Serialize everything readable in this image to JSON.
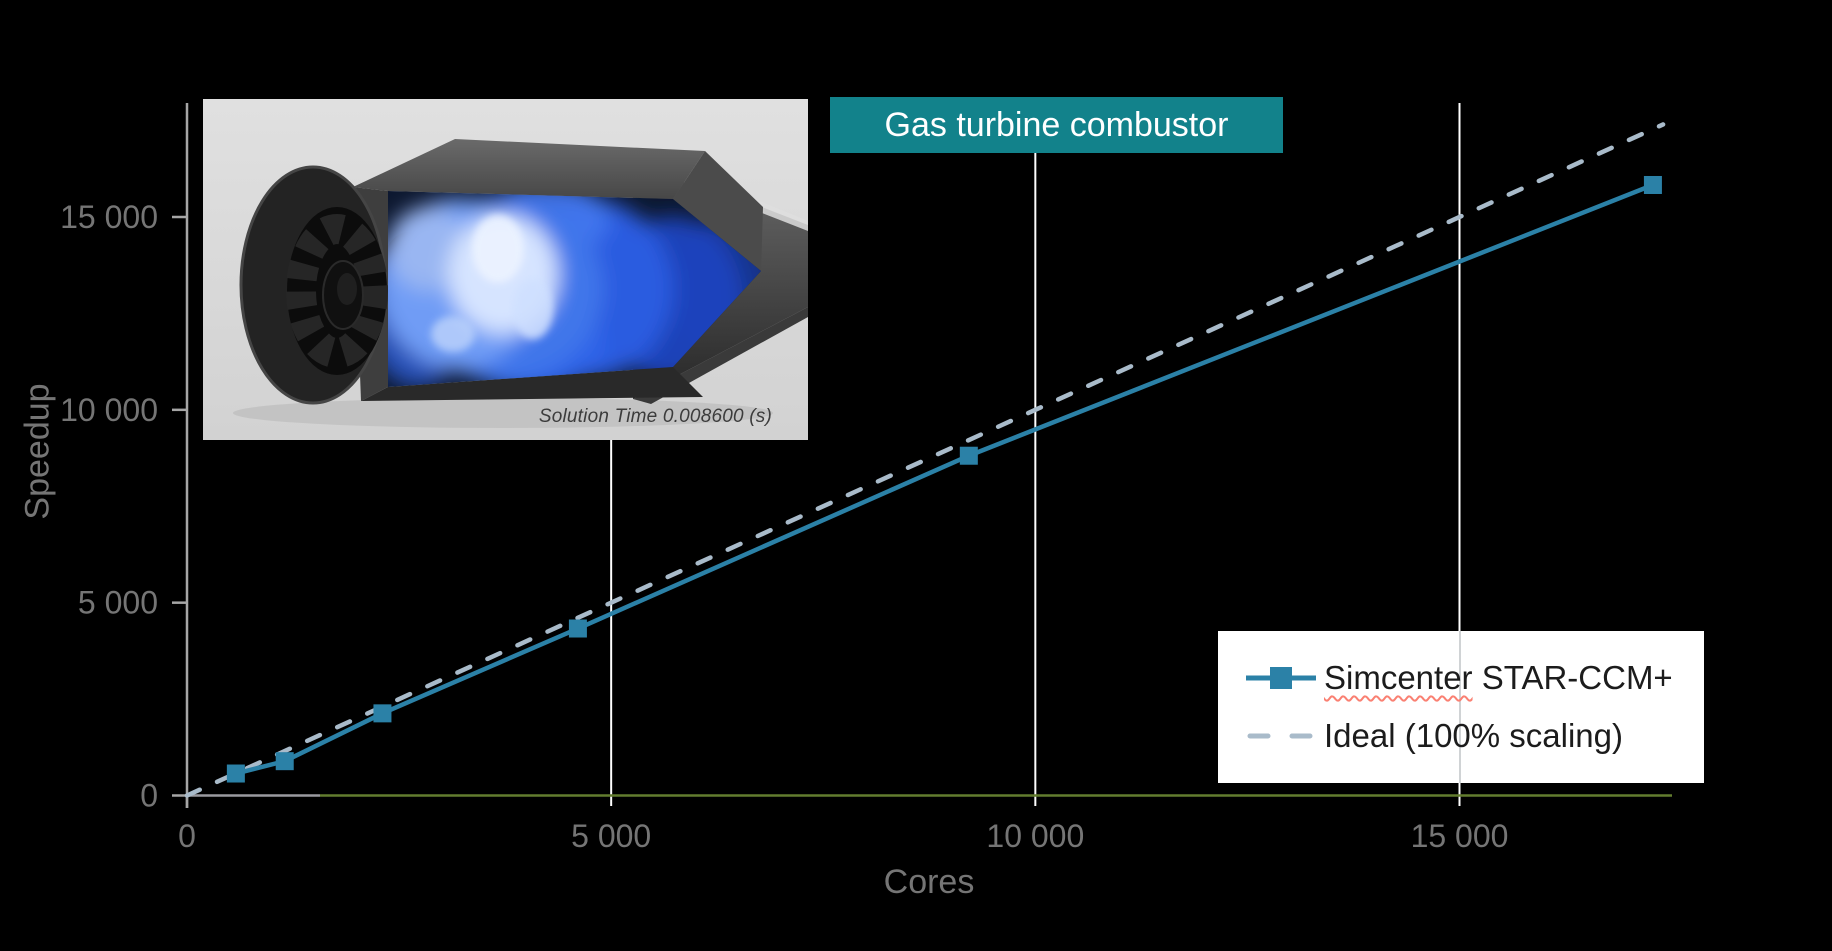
{
  "colors": {
    "background": "#000000",
    "series_teal": "#2b81a7",
    "ideal_dash": "#a9bbca",
    "gridline": "#ffffff",
    "axis_gray": "#a6a6a6",
    "axis_olive": "#637d2f",
    "tick_text": "#757575",
    "banner_bg": "#12828b",
    "legend_bg": "#ffffff",
    "squiggle_red": "#fa8072"
  },
  "banner": {
    "label": "Gas turbine combustor"
  },
  "inset": {
    "caption": "Solution Time 0.008600 (s)"
  },
  "legend": {
    "items": [
      {
        "label": "Simcenter STAR-CCM+",
        "word_underlined": "Simcenter",
        "word_rest": " STAR-CCM+",
        "swatch": "solid-line-square-marker"
      },
      {
        "label": "Ideal (100% scaling)",
        "swatch": "dashed-line"
      }
    ]
  },
  "chart_data": {
    "type": "line",
    "title": "Gas turbine combustor",
    "xlabel": "Cores",
    "ylabel": "Speedup",
    "xlim": [
      0,
      17500
    ],
    "ylim": [
      0,
      18000
    ],
    "grid": {
      "vertical": true,
      "horizontal": false
    },
    "legend_position": "bottom-right",
    "x_ticks": {
      "values": [
        0,
        5000,
        10000,
        15000
      ],
      "labels": [
        "0",
        "5 000",
        "10 000",
        "15 000"
      ]
    },
    "y_ticks": {
      "values": [
        0,
        5000,
        10000,
        15000
      ],
      "labels": [
        "0",
        "5 000",
        "10 000",
        "15 000"
      ]
    },
    "series": [
      {
        "name": "Simcenter STAR-CCM+",
        "line_style": "solid",
        "marker": "square",
        "color": "#2b81a7",
        "x": [
          576,
          1152,
          2304,
          4608,
          9216,
          17280
        ],
        "y": [
          570,
          890,
          2130,
          4330,
          8810,
          15830
        ]
      },
      {
        "name": "Ideal (100% scaling)",
        "line_style": "dashed",
        "marker": "none",
        "color": "#a9bbca",
        "x": [
          0,
          17400
        ],
        "y": [
          0,
          17400
        ]
      }
    ]
  }
}
